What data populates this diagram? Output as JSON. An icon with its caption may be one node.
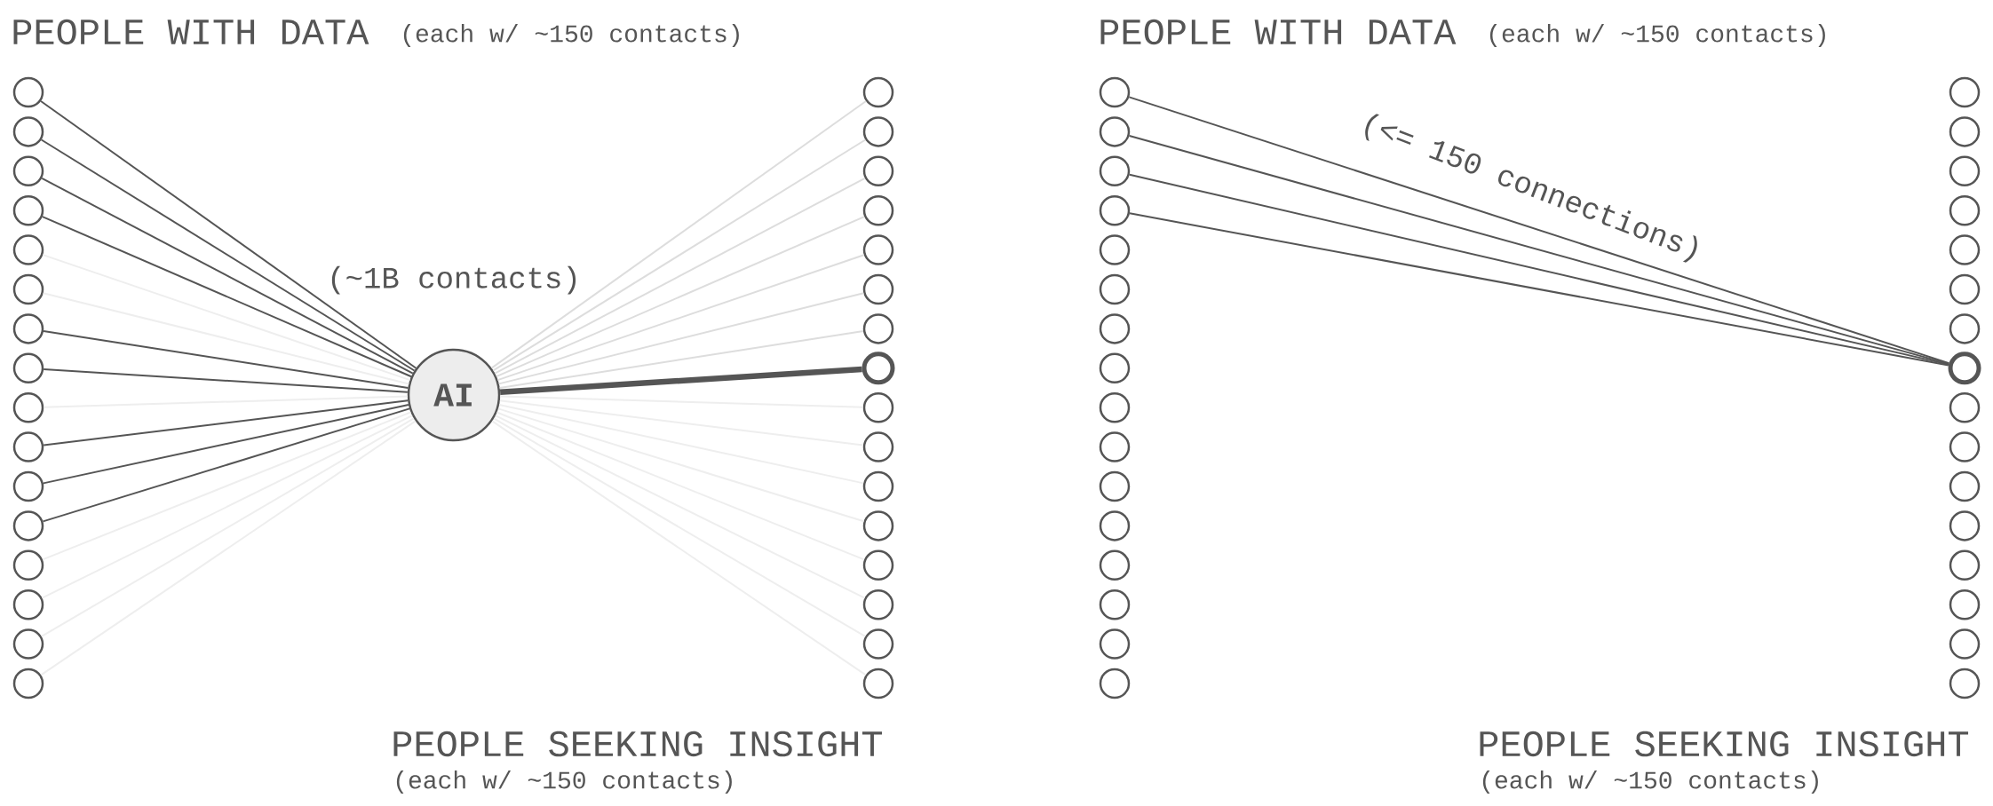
{
  "diagram": {
    "nodes": [
      {
        "text": [],
        "shape": "circle"
      },
      {
        "text": [],
        "shape": "circle"
      },
      {
        "text": [],
        "shape": "circle"
      },
      {
        "text": [],
        "shape": "circle"
      },
      {
        "text": [],
        "shape": "circle"
      },
      {
        "text": [],
        "shape": "circle"
      },
      {
        "text": [],
        "shape": "circle"
      },
      {
        "text": [],
        "shape": "circle"
      },
      {
        "text": [],
        "shape": "circle"
      },
      {
        "text": [],
        "shape": "circle"
      },
      {
        "text": [],
        "shape": "circle"
      },
      {
        "text": [],
        "shape": "circle"
      },
      {
        "text": [],
        "shape": "circle"
      },
      {
        "text": [],
        "shape": "circle"
      },
      {
        "text": [],
        "shape": "circle"
      },
      {
        "text": [],
        "shape": "circle"
      },
      {
        "text": [
          "AI"
        ],
        "beside": [
          "(~1B contacts)"
        ]
      },
      {
        "text": [],
        "shape": "circle"
      },
      {
        "text": [],
        "shape": "circle"
      },
      {
        "text": [],
        "shape": "circle"
      },
      {
        "text": [],
        "shape": "circle"
      },
      {
        "text": [],
        "shape": "circle"
      },
      {
        "text": [],
        "shape": "circle"
      },
      {
        "text": [],
        "shape": "circle"
      },
      {
        "text": [],
        "shape": "circle"
      },
      {
        "text": [],
        "shape": "circle"
      },
      {
        "text": [],
        "shape": "circle"
      },
      {
        "text": [],
        "shape": "circle"
      },
      {
        "text": [],
        "shape": "circle"
      },
      {
        "text": [],
        "shape": "circle"
      },
      {
        "text": [],
        "shape": "circle"
      },
      {
        "text": [],
        "shape": "circle"
      },
      {
        "text": [],
        "shape": "circle"
      },
      {
        "text": [],
        "shape": "circle"
      },
      {
        "text": [],
        "shape": "circle"
      },
      {
        "text": [],
        "shape": "circle"
      },
      {
        "text": [],
        "shape": "circle"
      },
      {
        "text": [],
        "shape": "circle"
      },
      {
        "text": [],
        "shape": "circle"
      },
      {
        "text": [],
        "shape": "circle"
      },
      {
        "text": [],
        "shape": "circle"
      },
      {
        "text": [],
        "shape": "circle"
      },
      {
        "text": [],
        "shape": "circle"
      },
      {
        "text": [],
        "shape": "circle"
      },
      {
        "text": [],
        "shape": "circle"
      },
      {
        "text": [],
        "shape": "circle"
      },
      {
        "text": [],
        "shape": "circle"
      },
      {
        "text": [],
        "shape": "circle"
      },
      {
        "text": [],
        "shape": "circle"
      },
      {
        "text": [],
        "shape": "circle"
      },
      {
        "text": [],
        "shape": "circle"
      },
      {
        "text": [],
        "shape": "circle"
      },
      {
        "text": [],
        "shape": "circle"
      },
      {
        "text": [],
        "shape": "circle"
      },
      {
        "text": [],
        "shape": "circle"
      },
      {
        "text": [],
        "shape": "circle"
      },
      {
        "text": [],
        "shape": "circle"
      },
      {
        "text": [],
        "shape": "circle"
      },
      {
        "text": [],
        "shape": "circle"
      },
      {
        "text": [],
        "shape": "circle"
      },
      {
        "text": [],
        "shape": "circle"
      },
      {
        "text": [],
        "shape": "circle"
      },
      {
        "text": [],
        "shape": "circle"
      },
      {
        "text": [],
        "shape": "circle"
      },
      {
        "text": [],
        "shape": "circle"
      }
    ],
    "edges": [
      {
        "from": 0,
        "to": 16,
        "arrow": "none",
        "color": "#555555"
      },
      {
        "from": 1,
        "to": 16,
        "arrow": "none",
        "color": "#555555"
      },
      {
        "from": 2,
        "to": 16,
        "arrow": "none",
        "color": "#555555"
      },
      {
        "from": 3,
        "to": 16,
        "arrow": "none",
        "color": "#555555"
      },
      {
        "from": 4,
        "to": 16,
        "arrow": "none"
      },
      {
        "from": 5,
        "to": 16,
        "arrow": "none"
      },
      {
        "from": 6,
        "to": 16,
        "arrow": "none",
        "color": "#555555"
      },
      {
        "from": 7,
        "to": 16,
        "arrow": "none",
        "color": "#555555"
      },
      {
        "from": 8,
        "to": 16,
        "arrow": "none"
      },
      {
        "from": 9,
        "to": 16,
        "arrow": "none",
        "color": "#555555"
      },
      {
        "from": 10,
        "to": 16,
        "arrow": "none",
        "color": "#555555"
      },
      {
        "from": 11,
        "to": 16,
        "arrow": "none",
        "color": "#555555"
      },
      {
        "from": 12,
        "to": 16,
        "arrow": "none"
      },
      {
        "from": 13,
        "to": 16,
        "arrow": "none"
      },
      {
        "from": 14,
        "to": 16,
        "arrow": "none"
      },
      {
        "from": 15,
        "to": 16,
        "arrow": "none"
      },
      {
        "from": 16,
        "to": 17,
        "arrow": "none",
        "color": "#dddddd"
      },
      {
        "from": 16,
        "to": 18,
        "arrow": "none",
        "color": "#dddddd"
      },
      {
        "from": 16,
        "to": 19,
        "arrow": "none",
        "color": "#dddddd"
      },
      {
        "from": 16,
        "to": 20,
        "arrow": "none",
        "color": "#dddddd"
      },
      {
        "from": 16,
        "to": 21,
        "arrow": "none",
        "color": "#dddddd"
      },
      {
        "from": 16,
        "to": 22,
        "arrow": "none",
        "color": "#dddddd"
      },
      {
        "from": 16,
        "to": 23,
        "arrow": "none",
        "color": "#dddddd"
      },
      {
        "from": 16,
        "to": 24,
        "arrow": "none",
        "style": "thick",
        "color": "#555555"
      },
      {
        "from": 16,
        "to": 25,
        "arrow": "none"
      },
      {
        "from": 16,
        "to": 26,
        "arrow": "none"
      },
      {
        "from": 16,
        "to": 27,
        "arrow": "none"
      },
      {
        "from": 16,
        "to": 28,
        "arrow": "none"
      },
      {
        "from": 16,
        "to": 29,
        "arrow": "none"
      },
      {
        "from": 16,
        "to": 30,
        "arrow": "none"
      },
      {
        "from": 16,
        "to": 31,
        "arrow": "none"
      },
      {
        "from": 16,
        "to": 32,
        "arrow": "none"
      },
      {
        "from": 33,
        "to": 56,
        "arrow": "none",
        "color": "#555555"
      },
      {
        "from": 34,
        "to": 56,
        "arrow": "none",
        "color": "#555555"
      },
      {
        "from": 35,
        "to": 56,
        "arrow": "none",
        "color": "#555555"
      },
      {
        "from": 36,
        "to": 56,
        "arrow": "none",
        "color": "#555555"
      }
    ],
    "labels": [
      "PEOPLE WITH DATA",
      "(each w/ ~150 contacts)",
      "PEOPLE WITH DATA",
      "(each w/ ~150 contacts)",
      "(<= 150 connections)",
      "PEOPLE SEEKING INSIGHT",
      "(each w/ ~150 contacts)",
      "PEOPLE SEEKING INSIGHT",
      "(each w/ ~150 contacts)"
    ]
  }
}
